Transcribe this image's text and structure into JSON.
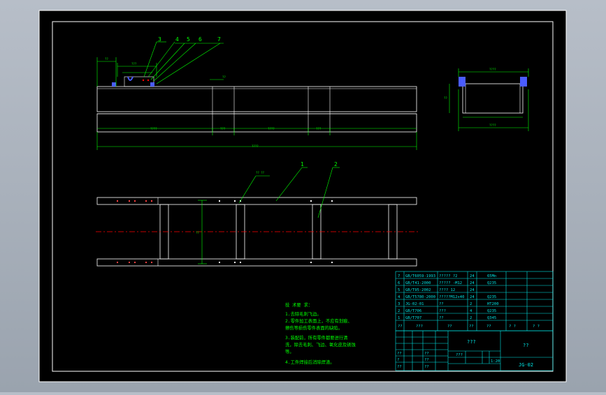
{
  "drawing": {
    "colors": {
      "paper": "#000000",
      "frame": "#ffffff",
      "dimension": "#00ff00",
      "text": "#00ffff",
      "centerline": "#ff0000",
      "parts": "#0000ff",
      "background": "#a8b0bb"
    },
    "top_view": {
      "balloons": [
        "3",
        "4",
        "5",
        "6",
        "7"
      ],
      "dims": {
        "top_left": "??",
        "top_mid": "???",
        "small": "??",
        "bottom_1": "????",
        "bottom_2": "???",
        "bottom_3": "????",
        "bottom_4": "???",
        "overall": "????"
      }
    },
    "side_view": {
      "dims": {
        "width": "????",
        "overall": "????",
        "height": "??"
      }
    },
    "front_view": {
      "balloons": [
        "1",
        "2"
      ],
      "leader_note": "?? ??",
      "center_dim": "??"
    },
    "notes": {
      "title": "技 术要 求：",
      "lines": [
        "1.去除毛刺飞边。",
        "2.零件加工表面上，不应有划痕、",
        "擦伤等损伤零件表面的缺陷。",
        "3.装配前，所有零件都要进行清",
        "洗，除去毛刺、飞边、氧化皮及锈蚀",
        "等。",
        "4.工件焊接后消除焊渣。"
      ]
    },
    "bom": {
      "rows": [
        {
          "no": "7",
          "code": "GB/T6059-1993",
          "name": "????? ?2",
          "qty": "24",
          "material": "65Mn"
        },
        {
          "no": "6",
          "code": "GB/T41-2000",
          "name": "????? -M12",
          "qty": "24",
          "material": "Q235"
        },
        {
          "no": "5",
          "code": "GB/T95-2002",
          "name": "???? 12",
          "qty": "24",
          "material": ""
        },
        {
          "no": "4",
          "code": "GB/T5780-2000",
          "name": "?????M12x40",
          "qty": "24",
          "material": "Q235"
        },
        {
          "no": "3",
          "code": "JG-02-01",
          "name": "??",
          "qty": "2",
          "material": "HT200"
        },
        {
          "no": "2",
          "code": "GB/T706",
          "name": "???",
          "qty": "4",
          "material": "Q235"
        },
        {
          "no": "1",
          "code": "GB/T707",
          "name": "??",
          "qty": "2",
          "material": "Q345"
        }
      ],
      "header": {
        "no": "??",
        "code": "???",
        "name": "??",
        "qty": "??",
        "material": "??",
        "weight": "? ?",
        "remark": "? ?"
      }
    },
    "title_block": {
      "title": "???",
      "unit": "??",
      "drawing_no": "JG-02",
      "sheet": "???",
      "scale": "1:20",
      "labels": [
        "??",
        "?",
        "??",
        "??",
        "??",
        "??"
      ]
    }
  }
}
